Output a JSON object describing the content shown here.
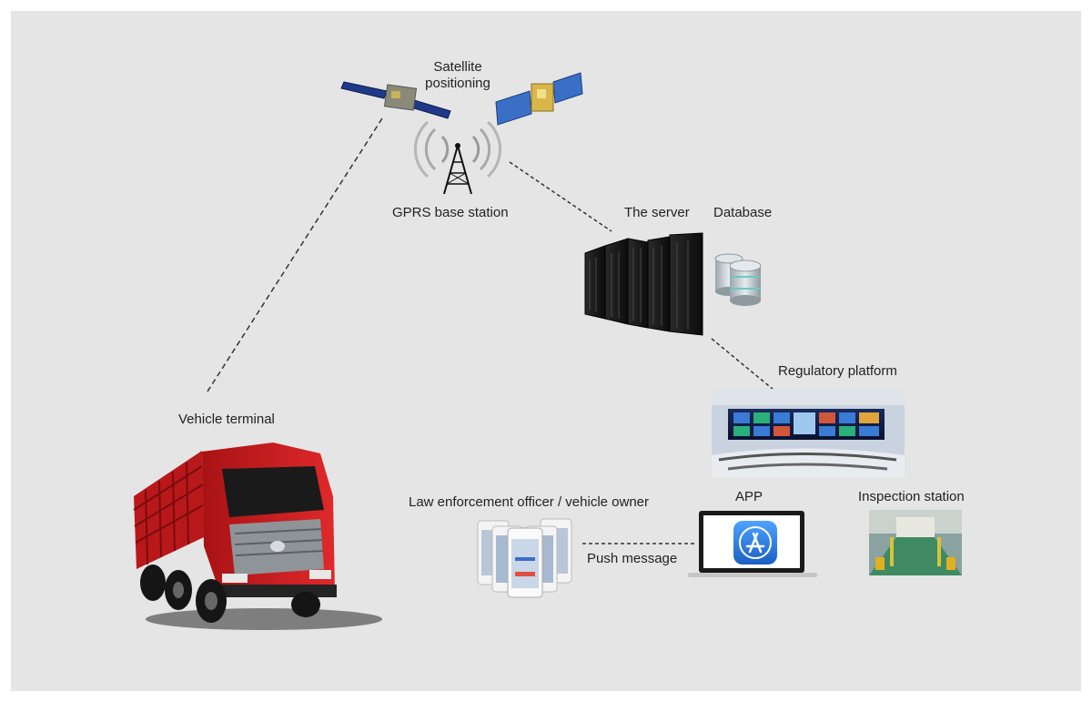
{
  "labels": {
    "satellite": "Satellite\npositioning",
    "gprs": "GPRS base station",
    "server": "The server",
    "database": "Database",
    "regulatory": "Regulatory platform",
    "vehicle": "Vehicle terminal",
    "officer": "Law enforcement officer / vehicle owner",
    "app": "APP",
    "inspection": "Inspection station",
    "push": "Push message"
  },
  "colors": {
    "background": "#e5e5e5",
    "truck_red": "#c8191b",
    "app_blue": "#2f7fd8",
    "satellite_panel": "#1f3a8a"
  }
}
